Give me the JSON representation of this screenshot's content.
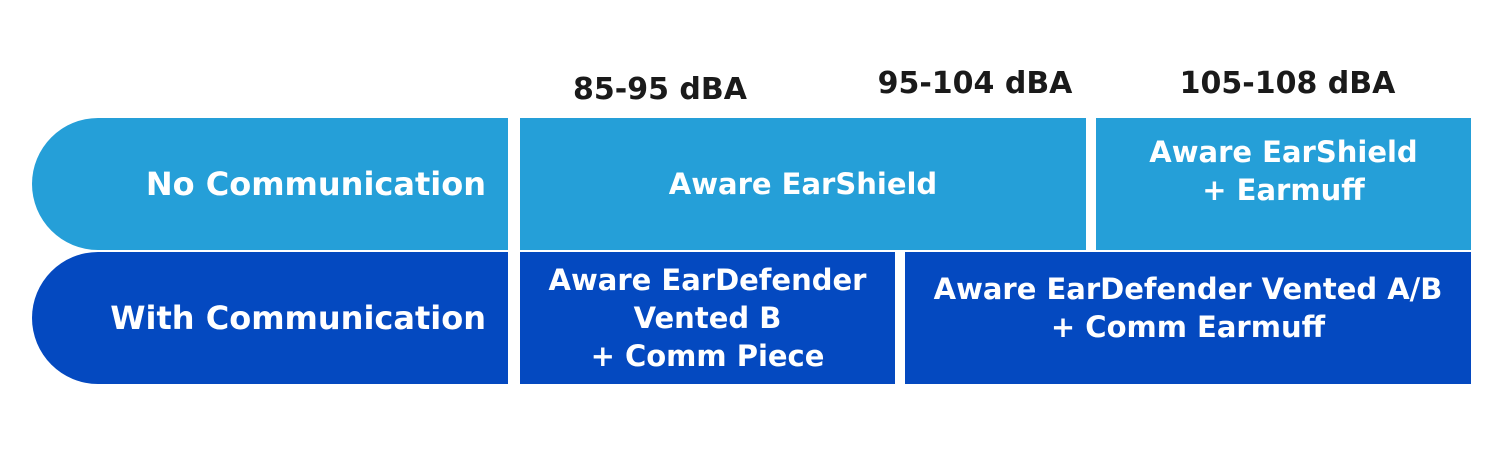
{
  "ranges": [
    {
      "label": "85-95 dBA"
    },
    {
      "label": "95-104 dBA"
    },
    {
      "label": "105-108 dBA"
    }
  ],
  "rows": [
    {
      "label": "No Communication"
    },
    {
      "label": "With Communication"
    }
  ],
  "cells": {
    "no_comm_1": {
      "lines": [
        "Aware EarShield"
      ]
    },
    "no_comm_2": {
      "lines": [
        "Aware EarShield",
        "+ Earmuff"
      ]
    },
    "with_comm_1": {
      "lines": [
        "Aware EarDefender",
        "Vented B",
        "+ Comm Piece"
      ]
    },
    "with_comm_2": {
      "lines": [
        "Aware EarDefender Vented A/B",
        "+ Comm Earmuff"
      ]
    }
  },
  "colors": {
    "no_communication": "#259fd8",
    "with_communication": "#0449c0",
    "range_text": "#1a1a1a"
  }
}
